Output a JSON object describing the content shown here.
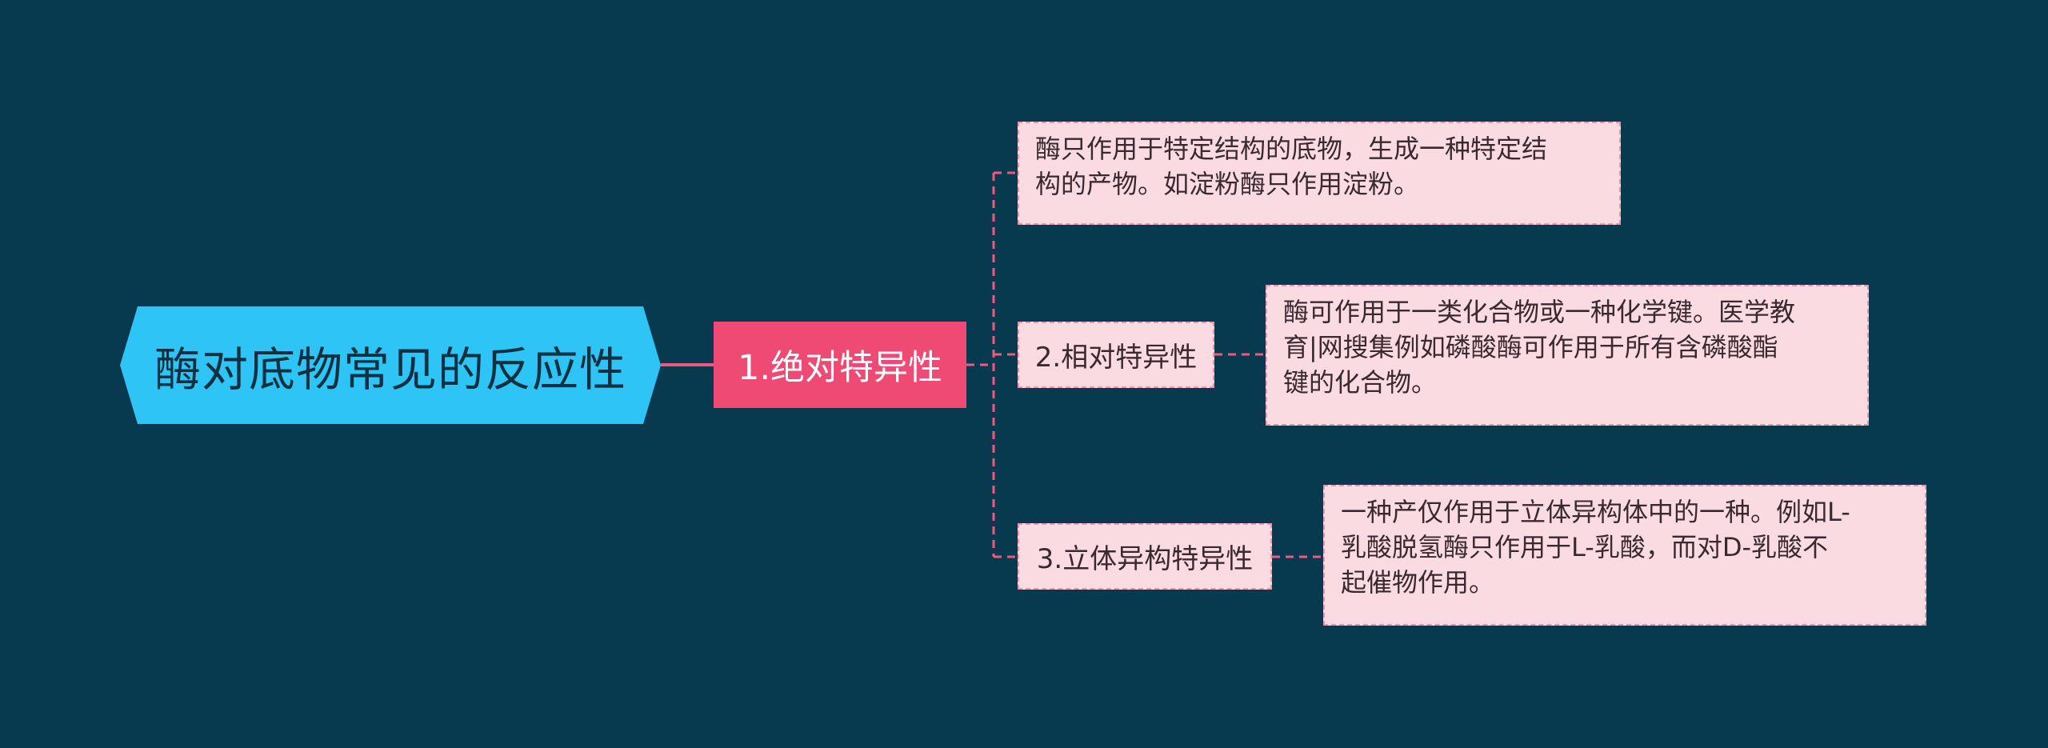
{
  "diagram": {
    "root": {
      "label": "酶对底物常见的反应性"
    },
    "main": {
      "label": "1.绝对特异性"
    },
    "desc1": {
      "text": "酶只作用于特定结构的底物，生成一种特定结\n构的产物。如淀粉酶只作用淀粉。"
    },
    "sub2": {
      "label": "2.相对特异性"
    },
    "desc2": {
      "text": "酶可作用于一类化合物或一种化学键。医学教\n育|网搜集例如磷酸酶可作用于所有含磷酸酯\n键的化合物。"
    },
    "sub3": {
      "label": "3.立体异构特异性"
    },
    "desc3": {
      "text": "一种产仅作用于立体异构体中的一种。例如L-\n乳酸脱氢酶只作用于L-乳酸，而对D-乳酸不\n起催物作用。"
    }
  },
  "colors": {
    "background": "#073a4e",
    "root_fill": "#2ec4f5",
    "main_fill": "#ef4a73",
    "box_fill": "#fadbe1",
    "connector": "#ec5a7e"
  }
}
